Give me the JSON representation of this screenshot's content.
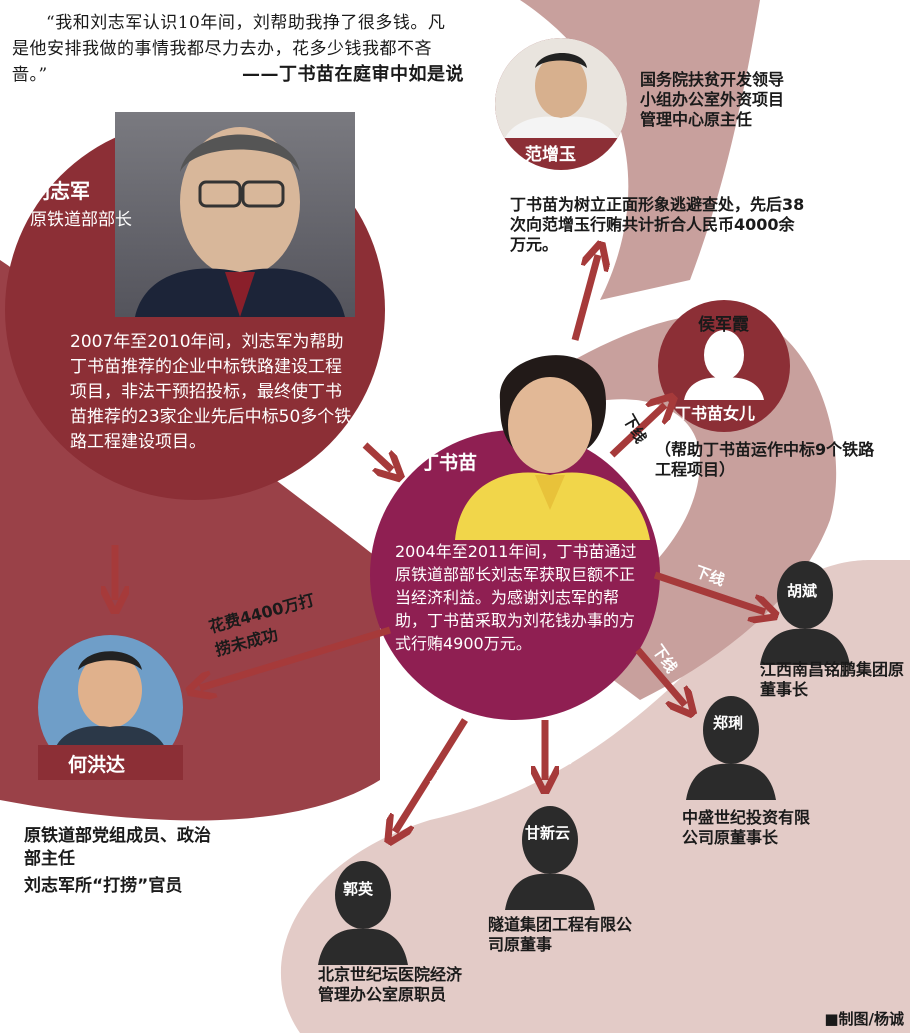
{
  "quote": {
    "text": "“我和刘志军认识10年间，刘帮助我挣了很多钱。凡是他安排我做的事情我都尽力去办，花多少钱我都不吝啬。”",
    "attribution": "——丁书苗在庭审中如是说"
  },
  "colors": {
    "dark_red": "#8c2f36",
    "light_band": "#e3cbc7",
    "mid_band": "#c8a09d",
    "magenta": "#8f1f52",
    "arrow": "#a63a3a",
    "silhouette": "#2b2b2b"
  },
  "people": {
    "liu": {
      "name": "刘志军",
      "title": "原铁道部部长",
      "desc": "2007年至2010年间，刘志军为帮助丁书苗推荐的企业中标铁路建设工程项目，非法干预招投标，最终使丁书苗推荐的23家企业先后中标50多个铁路工程建设项目。"
    },
    "ding": {
      "name": "丁书苗",
      "desc": "2004年至2011年间，丁书苗通过原铁道部部长刘志军获取巨额不正当经济利益。为感谢刘志军的帮助，丁书苗采取为刘花钱办事的方式行贿4900万元。"
    },
    "fan": {
      "name": "范增玉",
      "title": "国务院扶贫开发领导小组办公室外资项目管理中心原主任",
      "desc": "丁书苗为树立正面形象逃避查处，先后38次向范增玉行贿共计折合人民币4000余万元。"
    },
    "hou": {
      "name": "侯军霞",
      "role": "丁书苗女儿",
      "desc": "（帮助丁书苗运作中标9个铁路工程项目）"
    },
    "hu": {
      "name": "胡斌",
      "title": "江西南昌铭鹏集团原董事长"
    },
    "zheng": {
      "name": "郑琍",
      "title": "中盛世纪投资有限公司原董事长"
    },
    "gan": {
      "name": "甘新云",
      "title": "隧道集团工程有限公司原董事"
    },
    "guo": {
      "name": "郭英",
      "title": "北京世纪坛医院经济管理办公室原职员"
    },
    "he": {
      "name": "何洪达",
      "title": "原铁道部党组成员、政治部主任",
      "note": "刘志军所“打捞”官员"
    }
  },
  "edges": {
    "to_he": "花费4400万打捞未成功",
    "downline": "下线"
  },
  "credit": "■制图/杨诚"
}
